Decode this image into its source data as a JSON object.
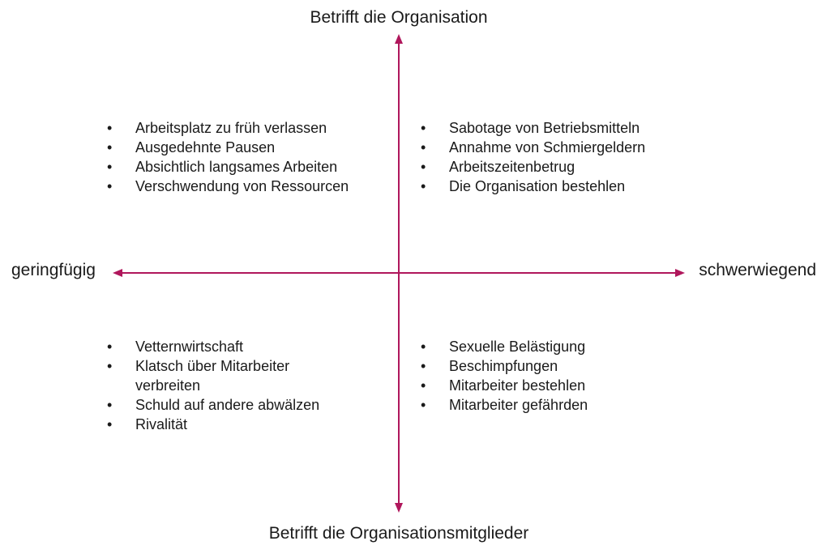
{
  "axes": {
    "top_label": "Betrifft die Organisation",
    "bottom_label": "Betrifft die Organisationsmitglieder",
    "left_label": "geringfügig",
    "right_label": "schwerwiegend",
    "color": "#b0175c"
  },
  "bullet_symbol": "•",
  "quadrants": {
    "top_left": [
      "Arbeitsplatz zu früh verlassen",
      "Ausgedehnte Pausen",
      "Absichtlich langsames Arbeiten",
      "Verschwendung von Ressourcen"
    ],
    "top_right": [
      "Sabotage von Betriebsmitteln",
      "Annahme von Schmiergeldern",
      "Arbeitszeitenbetrug",
      "Die Organisation bestehlen"
    ],
    "bottom_left": [
      "Vetternwirtschaft",
      "Klatsch über Mitarbeiter verbreiten",
      "Schuld auf andere abwälzen",
      "Rivalität"
    ],
    "bottom_right": [
      "Sexuelle Belästigung",
      "Beschimpfungen",
      "Mitarbeiter bestehlen",
      "Mitarbeiter gefährden"
    ]
  }
}
